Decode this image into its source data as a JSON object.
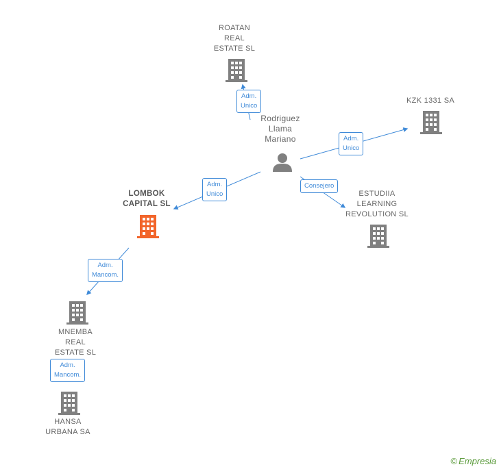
{
  "colors": {
    "edge": "#3f8ad8",
    "building": "#808080",
    "main_building": "#f2652b",
    "person": "#808080"
  },
  "person": {
    "name": "Rodriguez\nLlama\nMariano"
  },
  "companies": {
    "roatan": "ROATAN\nREAL\nESTATE  SL",
    "kzk": "KZK 1331 SA",
    "lombok": "LOMBOK\nCAPITAL  SL",
    "estudiia": "ESTUDIIA\nLEARNING\nREVOLUTION SL",
    "mnemba": "MNEMBA\nREAL\nESTATE  SL",
    "hansa": "HANSA\nURBANA SA"
  },
  "relations": {
    "roatan": "Adm.\nUnico",
    "kzk": "Adm.\nUnico",
    "lombok": "Adm.\nUnico",
    "estudiia": "Consejero",
    "mnemba": "Adm.\nMancom.",
    "hansa": "Adm.\nMancom."
  },
  "footer": {
    "copyright": "©",
    "brand": "Empresia"
  }
}
